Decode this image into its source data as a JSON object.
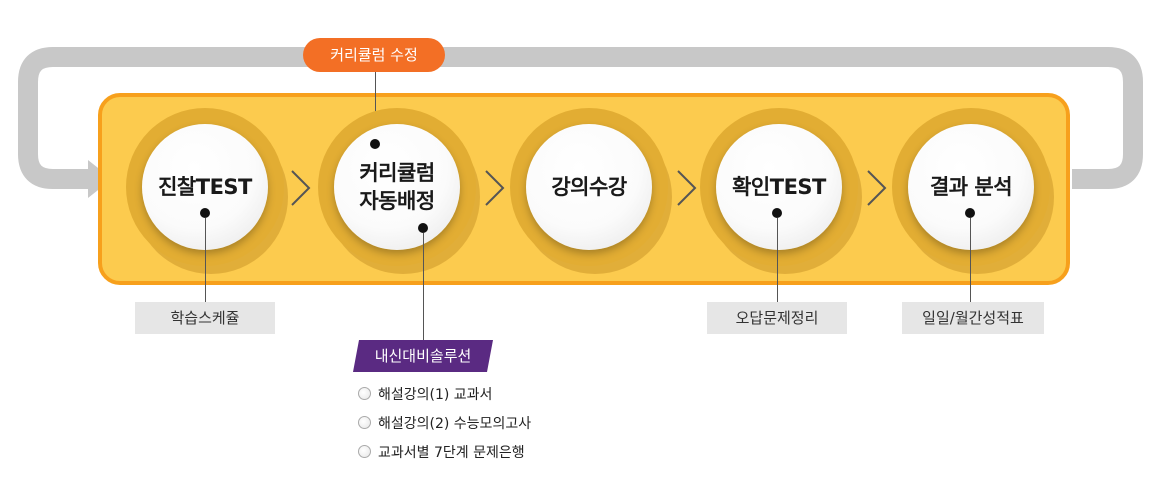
{
  "badge": {
    "label": "커리큘럼 수정",
    "color": "#f36f25"
  },
  "panel": {
    "fill": "#fccb4e",
    "border": "#f7a01c"
  },
  "loop": {
    "color": "#c8c8c8"
  },
  "stages": [
    {
      "line1": "진찰TEST",
      "line2": ""
    },
    {
      "line1": "커리큘럼",
      "line2": "자동배정"
    },
    {
      "line1": "강의수강",
      "line2": ""
    },
    {
      "line1": "확인TEST",
      "line2": ""
    },
    {
      "line1": "결과 분석",
      "line2": ""
    }
  ],
  "tags": {
    "schedule": "학습스케쥴",
    "review": "오답문제정리",
    "report": "일일/월간성적표"
  },
  "solution": {
    "label": "내신대비솔루션",
    "color": "#5a2a82",
    "options": [
      "해설강의(1) 교과서",
      "해설강의(2) 수능모의고사",
      "교과서별 7단계 문제은행"
    ]
  }
}
